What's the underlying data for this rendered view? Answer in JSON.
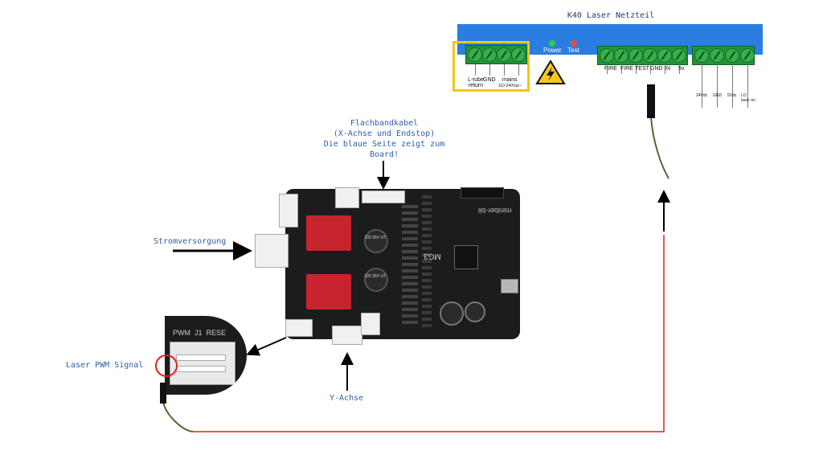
{
  "psu": {
    "title": "K40 Laser Netzteil",
    "led_power": "Power",
    "led_test": "Test",
    "left_terms": [
      "L-tube return",
      "GND",
      "mains"
    ],
    "left_terms_sub": "110-240Vac~",
    "mid_terms": [
      "FIRE",
      "FIRE",
      "TEST",
      "GND",
      "IN",
      "5v"
    ],
    "right_terms": [
      "24Vdc",
      "GND",
      "5Vdc",
      "LO laser on"
    ],
    "colors": {
      "bar": "#2a7de1",
      "highlight": "#f3c51b",
      "led_power": "#2ecc40",
      "led_test": "#e74c3c"
    }
  },
  "labels": {
    "ribbon": [
      "Flachbandkabel",
      "(X-Achse und Endstop)",
      "Die blaue Seite zeigt zum",
      "Board!"
    ],
    "power": "Stromversorgung",
    "pwm": "Laser PWM Signal",
    "yaxis": "Y-Achse"
  },
  "board": {
    "brand": "miniber-bli",
    "chip": "MG3",
    "caps": [
      "220 35V UT",
      "220 35V UT"
    ],
    "zoom_labels": [
      "PWM",
      "J1",
      "RESE"
    ]
  },
  "wire_color": "#e0201a"
}
